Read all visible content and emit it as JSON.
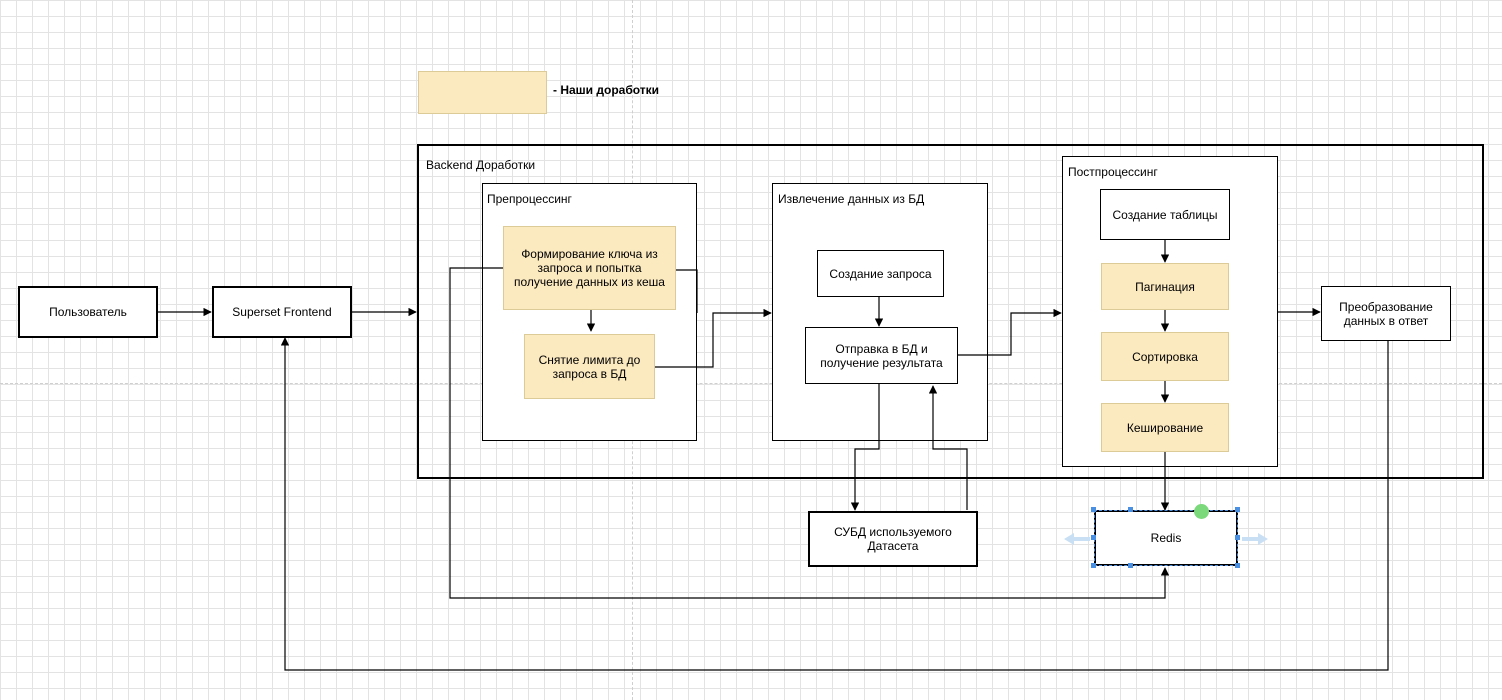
{
  "legend": {
    "label": "- Наши доработки",
    "color": "#fbe9bf"
  },
  "groups": {
    "backend": "Backend Доработки",
    "preprocessing": "Препроцессинг",
    "extraction": "Извлечение данных из БД",
    "postprocessing": "Постпроцессинг"
  },
  "nodes": {
    "user": "Пользователь",
    "frontend": "Superset Frontend",
    "cache_key": "Формирование ключа из запроса и попытка получение данных из кеша",
    "limit_removal": "Снятие лимита до запроса в БД",
    "create_query": "Создание запроса",
    "send_to_db": "Отправка в БД и получение результата",
    "create_table": "Создание таблицы",
    "pagination": "Пагинация",
    "sorting": "Сортировка",
    "caching": "Кеширование",
    "transform": "Преобразование данных в ответ",
    "dbms": "СУБД используемого Датасета",
    "redis": "Redis"
  },
  "colors": {
    "ours_fill": "#fbe9bf",
    "ours_stroke": "#dccb96",
    "selection": "#4a90e2",
    "line": "#000000"
  }
}
